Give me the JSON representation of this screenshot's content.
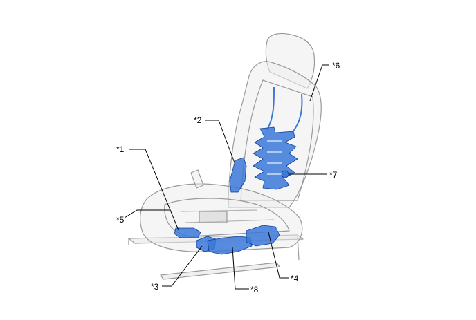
{
  "figure": {
    "callouts": [
      {
        "id": "c1",
        "label": "*1"
      },
      {
        "id": "c2",
        "label": "*2"
      },
      {
        "id": "c3",
        "label": "*3"
      },
      {
        "id": "c4",
        "label": "*4"
      },
      {
        "id": "c5",
        "label": "*5"
      },
      {
        "id": "c6",
        "label": "*6"
      },
      {
        "id": "c7",
        "label": "*7"
      },
      {
        "id": "c8",
        "label": "*8"
      }
    ]
  },
  "colors": {
    "seat_outline": "#9a9a9a",
    "seat_fill": "#ececec",
    "component_fill": "#3a78d8",
    "component_stroke": "#0f3f9a",
    "leader_line": "#000000"
  }
}
